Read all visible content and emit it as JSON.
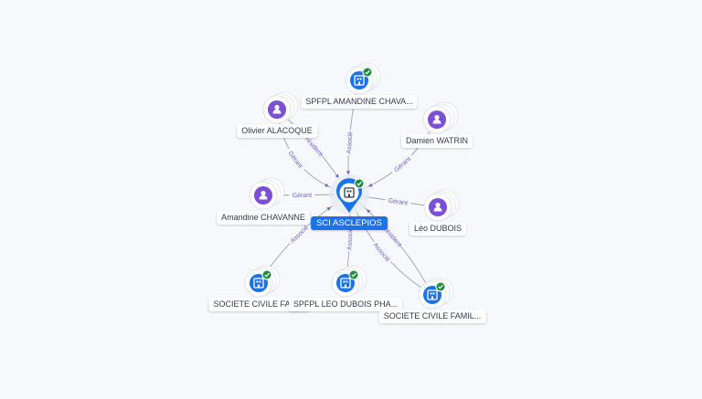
{
  "center": {
    "label": "SCI ASCLEPIOS",
    "icon": "building-icon",
    "verified": true
  },
  "nodes": [
    {
      "id": "spfpl-amandine",
      "label": "SPFPL AMANDINE CHAVA...",
      "kind": "company",
      "verified": true
    },
    {
      "id": "olivier",
      "label": "Olivier ALACOQUE",
      "kind": "person",
      "verified": false
    },
    {
      "id": "damien",
      "label": "Damien WATRIN",
      "kind": "person",
      "verified": false
    },
    {
      "id": "amandine",
      "label": "Amandine CHAVANNE",
      "kind": "person",
      "verified": false
    },
    {
      "id": "leo",
      "label": "Léo DUBOIS",
      "kind": "person",
      "verified": false
    },
    {
      "id": "sc-fam1",
      "label": "SOCIETE CIVILE FAM...",
      "kind": "company",
      "verified": true
    },
    {
      "id": "spfpl-leo",
      "label": "SPFPL LEO DUBOIS PHA...",
      "kind": "company",
      "verified": true
    },
    {
      "id": "sc-fam2",
      "label": "SOCIETE CIVILE FAMIL...",
      "kind": "company",
      "verified": true
    }
  ],
  "edges": [
    {
      "from": "spfpl-amandine",
      "to": "center",
      "label": "Associé"
    },
    {
      "from": "olivier",
      "to": "center",
      "label": "Gérant"
    },
    {
      "from": "olivier",
      "to": "center",
      "label": "Président"
    },
    {
      "from": "damien",
      "to": "center",
      "label": "Gérant"
    },
    {
      "from": "amandine",
      "to": "center",
      "label": "Gérant"
    },
    {
      "from": "leo",
      "to": "center",
      "label": "Gérant"
    },
    {
      "from": "sc-fam1",
      "to": "center",
      "label": "Associé"
    },
    {
      "from": "spfpl-leo",
      "to": "center",
      "label": "Associé"
    },
    {
      "from": "sc-fam2",
      "to": "center",
      "label": "Président"
    },
    {
      "from": "sc-fam2",
      "to": "center",
      "label": "Associé"
    }
  ],
  "colors": {
    "company": "#1a73e8",
    "person": "#7b4fd6",
    "verified": "#1e8e3e",
    "edge": "#9aa3ae",
    "edge_label": "#6b5fc7",
    "label_bg": "#ffffff"
  }
}
